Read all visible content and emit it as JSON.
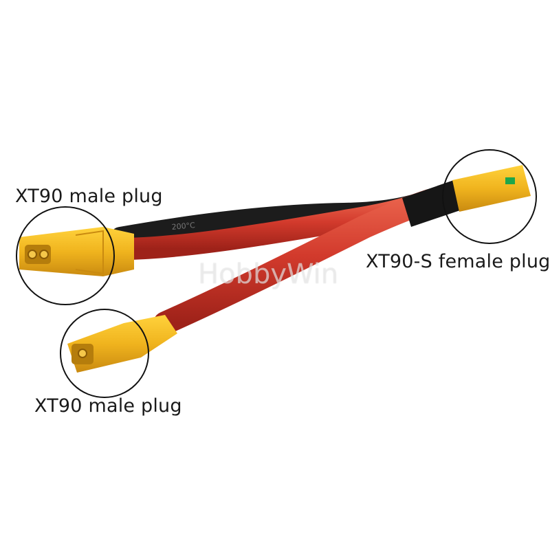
{
  "labels": {
    "top_left": "XT90 male plug",
    "right": "XT90-S female plug",
    "bottom": "XT90 male plug"
  },
  "watermark": "HobbyWin",
  "cable_text": "200°C",
  "colors": {
    "red_wire": "#d23a2c",
    "black_wire": "#1c1c1c",
    "connector_yellow": "#f0b41e",
    "heatshrink": "#161616",
    "green_marker": "#1fa64a"
  }
}
